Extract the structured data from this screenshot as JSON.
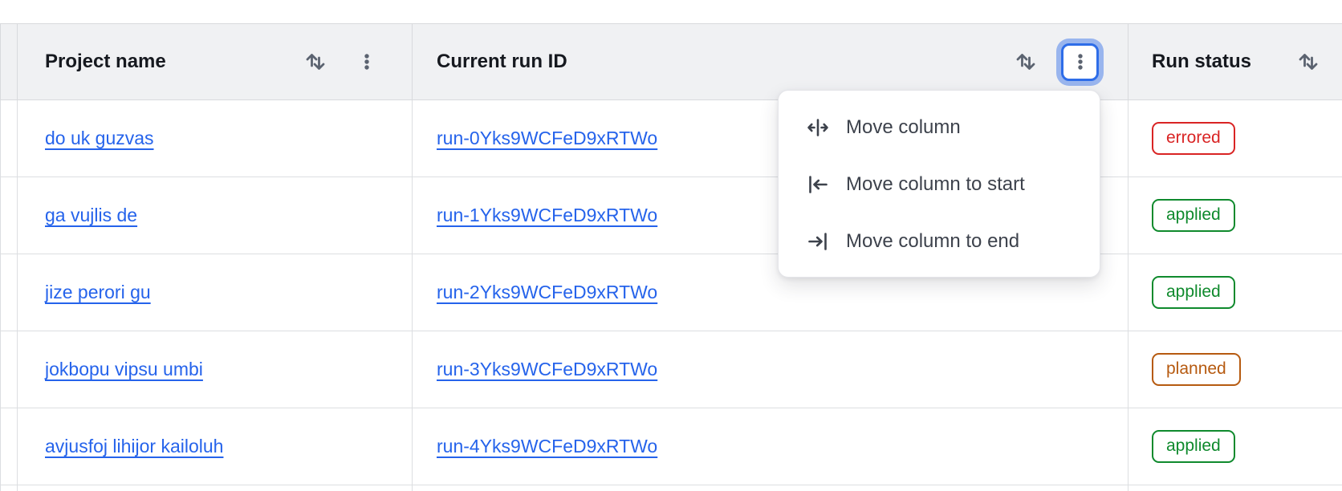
{
  "table": {
    "columns": [
      {
        "key": "project",
        "label": "Project name",
        "sort_icon": "sort-vertical-icon",
        "menu_icon": "kebab-icon"
      },
      {
        "key": "run_id",
        "label": "Current run ID",
        "sort_icon": "sort-vertical-icon",
        "menu_icon": "kebab-icon",
        "menu_open": true
      },
      {
        "key": "status",
        "label": "Run status",
        "sort_icon": "sort-vertical-icon"
      }
    ],
    "rows": [
      {
        "project": "do uk guzvas",
        "run_id": "run-0Yks9WCFeD9xRTWo",
        "status": "errored"
      },
      {
        "project": "ga vujlis de",
        "run_id": "run-1Yks9WCFeD9xRTWo",
        "status": "applied"
      },
      {
        "project": "jize perori gu",
        "run_id": "run-2Yks9WCFeD9xRTWo",
        "status": "applied"
      },
      {
        "project": "jokbopu vipsu umbi",
        "run_id": "run-3Yks9WCFeD9xRTWo",
        "status": "planned"
      },
      {
        "project": "avjusfoj lihijor kailoluh",
        "run_id": "run-4Yks9WCFeD9xRTWo",
        "status": "applied"
      }
    ]
  },
  "context_menu": {
    "items": [
      {
        "icon": "move-column-icon",
        "label": "Move column"
      },
      {
        "icon": "move-column-to-start-icon",
        "label": "Move column to start"
      },
      {
        "icon": "move-column-to-end-icon",
        "label": "Move column to end"
      }
    ]
  },
  "colors": {
    "header_bg": "#f0f1f3",
    "border": "#dcdee1",
    "link_blue": "#2563eb",
    "focus_ring_blue": "#2e6de8",
    "status_errored": "#d92424",
    "status_applied": "#0f8a2d",
    "status_planned": "#b65a10",
    "icon_gray": "#5b6370",
    "menu_text": "#3d424c"
  }
}
